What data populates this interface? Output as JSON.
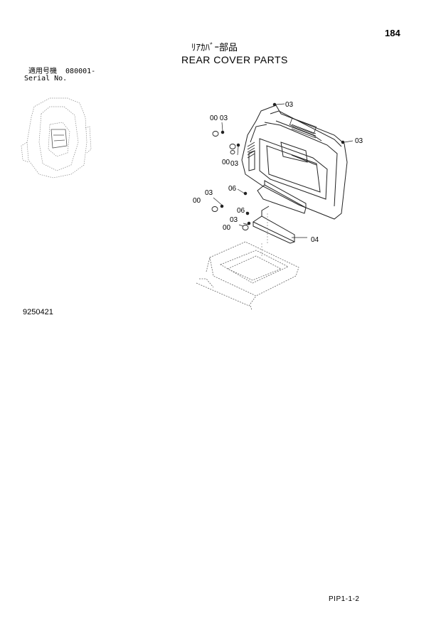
{
  "header": {
    "page_number": "184",
    "title_jp": "ﾘｱｶﾊﾞｰ部品",
    "title_en": "REAR COVER PARTS"
  },
  "serial": {
    "label_jp": "適用号機",
    "value": "080001-",
    "label_en": "Serial No."
  },
  "callouts": [
    {
      "id": "c1",
      "text": "03"
    },
    {
      "id": "c2",
      "text": "00 03"
    },
    {
      "id": "c3",
      "text": "03"
    },
    {
      "id": "c4",
      "text": "00"
    },
    {
      "id": "c5",
      "text": "03"
    },
    {
      "id": "c6",
      "text": "06"
    },
    {
      "id": "c7",
      "text": "03"
    },
    {
      "id": "c8",
      "text": "00"
    },
    {
      "id": "c9",
      "text": "06"
    },
    {
      "id": "c10",
      "text": "03"
    },
    {
      "id": "c11",
      "text": "00"
    },
    {
      "id": "c12",
      "text": "04"
    }
  ],
  "footer": {
    "doc_code": "9250421",
    "page_code": "PIP1-1-2"
  }
}
